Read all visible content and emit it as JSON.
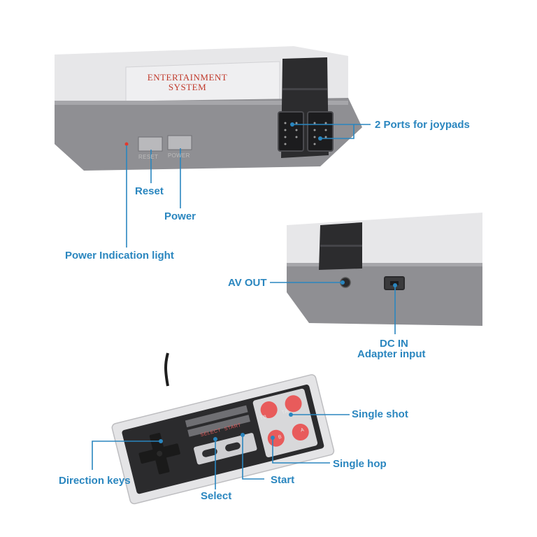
{
  "console_front": {
    "logo_line1": "ENTERTAINMENT",
    "logo_line2": "SYSTEM",
    "reset_engraving": "RESET",
    "power_engraving": "POWER"
  },
  "labels": {
    "ports": "2 Ports for joypads",
    "reset": "Reset",
    "power": "Power",
    "power_light": "Power Indication light",
    "av_out": "AV OUT",
    "dc_in_line1": "DC IN",
    "dc_in_line2": "Adapter input",
    "single_shot": "Single shot",
    "single_hop": "Single hop",
    "direction_keys": "Direction keys",
    "start": "Start",
    "select": "Select"
  },
  "controller": {
    "select_label": "SELECT",
    "start_label": "START",
    "tb_label": "TB",
    "ta_label": "TA",
    "b_label": "B",
    "a_label": "A"
  },
  "colors": {
    "callout": "#2a86bf",
    "console_light": "#e6e6e8",
    "console_dark": "#8f8f93",
    "port_black": "#2c2c2e",
    "button_red": "#e85b5b",
    "logo_red": "#c0392b"
  }
}
